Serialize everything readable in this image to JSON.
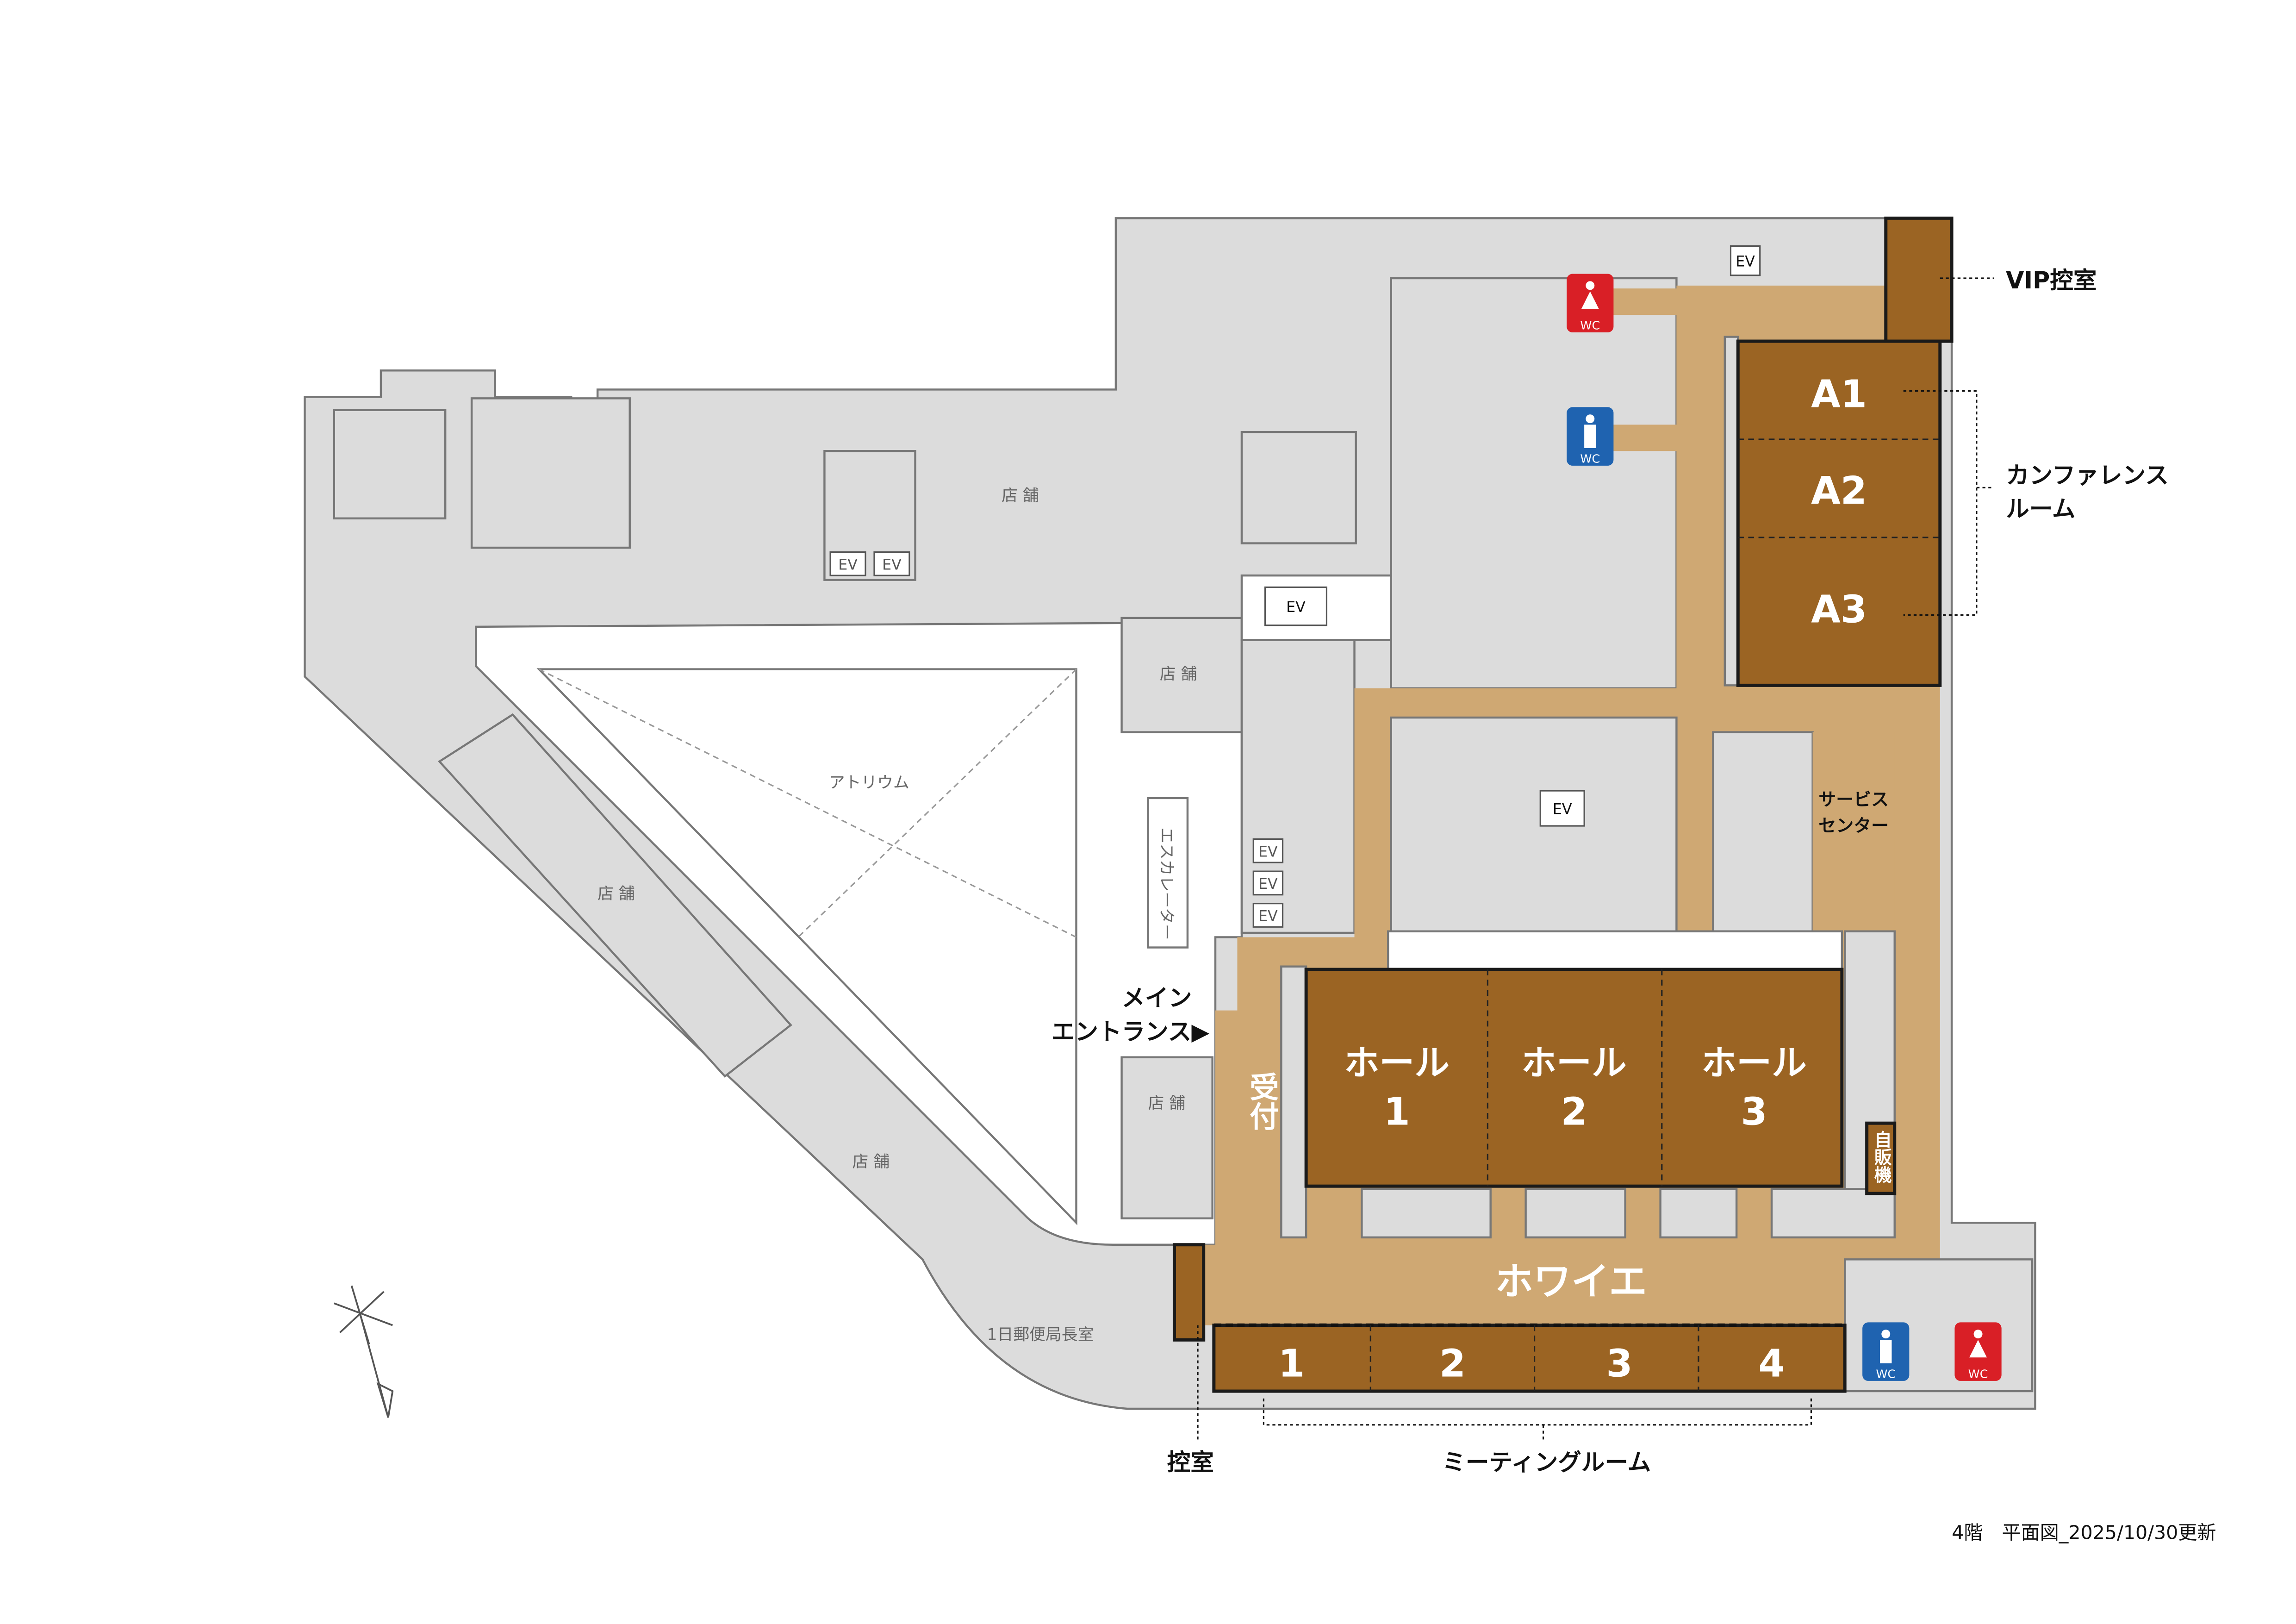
{
  "title": "4階　平面図_2025/10/30更新",
  "colors": {
    "room_gray": "#dcdcdc",
    "corridor_tan": "#cfa873",
    "venue_brown": "#9b6423",
    "wc_men": "#1f63b0",
    "wc_women": "#d91f26"
  },
  "rooms": {
    "store": "店 舗",
    "atrium": "アトリウム",
    "escalator": "エスカレーター",
    "postmaster": "1日郵便局長室",
    "ev": "EV"
  },
  "venue": {
    "halls": [
      {
        "name": "ホール",
        "num": "1"
      },
      {
        "name": "ホール",
        "num": "2"
      },
      {
        "name": "ホール",
        "num": "3"
      }
    ],
    "foyer": "ホワイエ",
    "meeting_rooms": [
      "1",
      "2",
      "3",
      "4"
    ],
    "conference_rooms": [
      "A1",
      "A2",
      "A3"
    ],
    "reception": "受付",
    "service_center": [
      "サービス",
      "センター"
    ],
    "vending": "自販機",
    "wc": "WC"
  },
  "callouts": {
    "vip": "VIP控室",
    "conference": [
      "カンファレンス",
      "ルーム"
    ],
    "waiting": "控室",
    "meeting": "ミーティングルーム",
    "entrance": [
      "メイン",
      "エントランス▶"
    ]
  }
}
